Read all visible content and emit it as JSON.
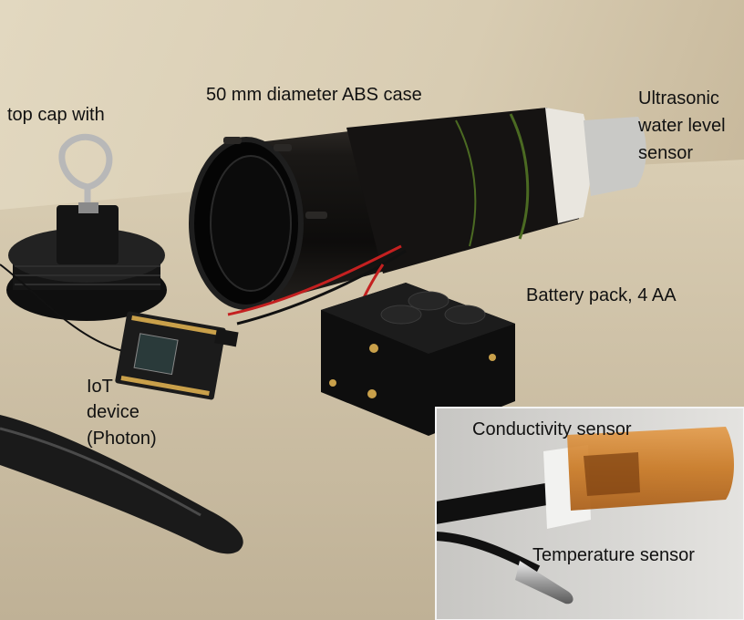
{
  "labels": {
    "top_cap": "top cap with",
    "case": "50 mm diameter ABS case",
    "ultrasonic_1": "Ultrasonic",
    "ultrasonic_2": "water level",
    "ultrasonic_3": "sensor",
    "battery": "Battery pack, 4 AA",
    "iot_1": "IoT",
    "iot_2": "device",
    "iot_3": "(Photon)",
    "conductivity": "Conductivity sensor",
    "temperature": "Temperature sensor"
  },
  "colors": {
    "wall": "#d6cbb3",
    "table": "#c9bfa9",
    "plastic_black": "#161616",
    "inset_bg": "#d9d8d4",
    "amber": "#c8761f",
    "wire_red": "#c42020"
  }
}
